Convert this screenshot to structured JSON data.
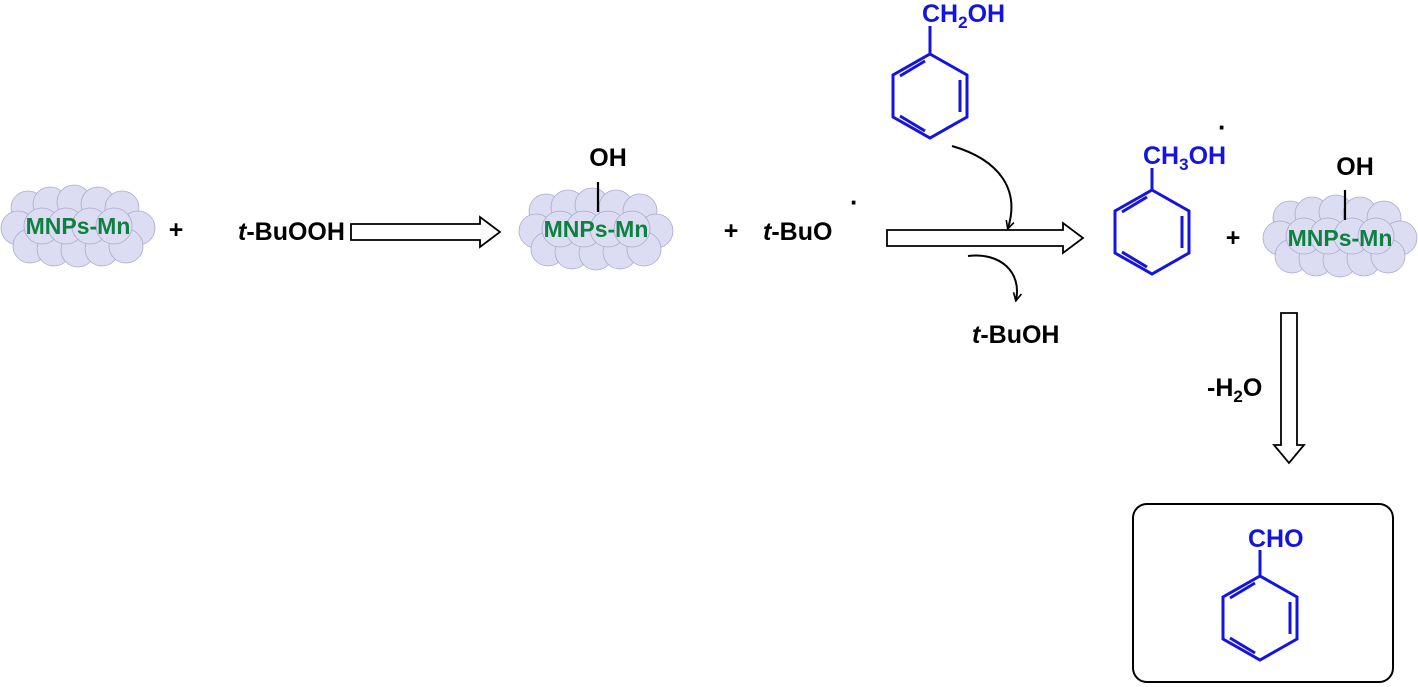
{
  "colors": {
    "catalyst_text": "#0E8040",
    "substrate": "#1414E0",
    "text": "#000000",
    "nanoparticle_fill": "#DCDCF2",
    "nanoparticle_edge": "#AAAACC"
  },
  "catalyst": {
    "label": "MNPs-Mn"
  },
  "plus": "+",
  "radical_dot": "·",
  "reagents": {
    "oxidant_italic": "t",
    "oxidant_rest": "-BuOOH",
    "hydroxyl": "OH",
    "tbuo_italic": "t",
    "tbuo_rest": "-BuO",
    "tbuoh_italic": "t",
    "tbuoh_rest": "-BuOH"
  },
  "substrates": {
    "benzyl_alcohol": {
      "ch": "CH",
      "sub": "2",
      "oh": "OH"
    },
    "radical_intermediate": {
      "ch": "CH",
      "sub": "3",
      "oh": "OH"
    },
    "product": {
      "label": "CHO"
    }
  },
  "water_loss": {
    "minus_h": "-H",
    "sub": "2",
    "o": "O"
  }
}
